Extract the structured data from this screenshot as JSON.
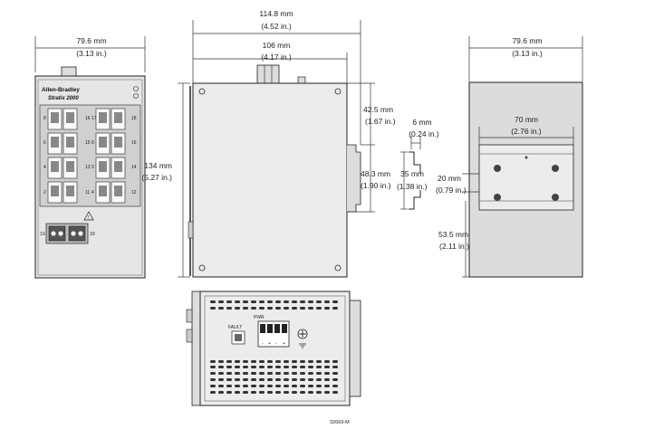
{
  "device": {
    "brand": "Allen-Bradley",
    "model": "Stratix 2000",
    "port_numbers_left": [
      "8",
      "6",
      "4",
      "2"
    ],
    "port_numbers_mid_left": [
      "16",
      "15",
      "13",
      "11"
    ],
    "port_numbers_mid_right": [
      "17",
      "8",
      "9",
      "4"
    ],
    "port_numbers_right": [
      "18",
      "16",
      "14",
      "12"
    ],
    "fiber_left_label": "1X",
    "fiber_right_label": "3X",
    "bottom_terminal_labels": [
      "PWR",
      "-",
      "+",
      "-",
      "+",
      "FAULT"
    ]
  },
  "dimensions": {
    "front_width_mm": "79.6 mm",
    "front_width_in": "(3.13 in.)",
    "front_height_mm": "134 mm",
    "front_height_in": "(5.27 in.)",
    "side_total_mm": "114.8 mm",
    "side_total_in": "(4.52 in.)",
    "side_body_mm": "106 mm",
    "side_body_in": "(4.17 in.)",
    "side_clip_mm": "42.5 mm",
    "side_clip_in": "(1.67 in.)",
    "side_rail_mm": "48.3 mm",
    "side_rail_in": "(1.90 in.)",
    "rail_depth_mm": "6 mm",
    "rail_depth_in": "(0.24 in.)",
    "rail_height_mm": "35 mm",
    "rail_height_in": "(1.38 in.)",
    "back_width_mm": "79.6 mm",
    "back_width_in": "(3.13 in.)",
    "back_rail_mm": "70 mm",
    "back_rail_in": "(2.76 in.)",
    "back_hole_mm": "20 mm",
    "back_hole_in": "(0.79 in.)",
    "back_bottom_mm": "53.5 mm",
    "back_bottom_in": "(2.11 in.)"
  },
  "figure_id": "32669-M",
  "colors": {
    "line": "#222222",
    "body_fill": "#e8e8e8",
    "back_fill": "#dcdcdc"
  }
}
